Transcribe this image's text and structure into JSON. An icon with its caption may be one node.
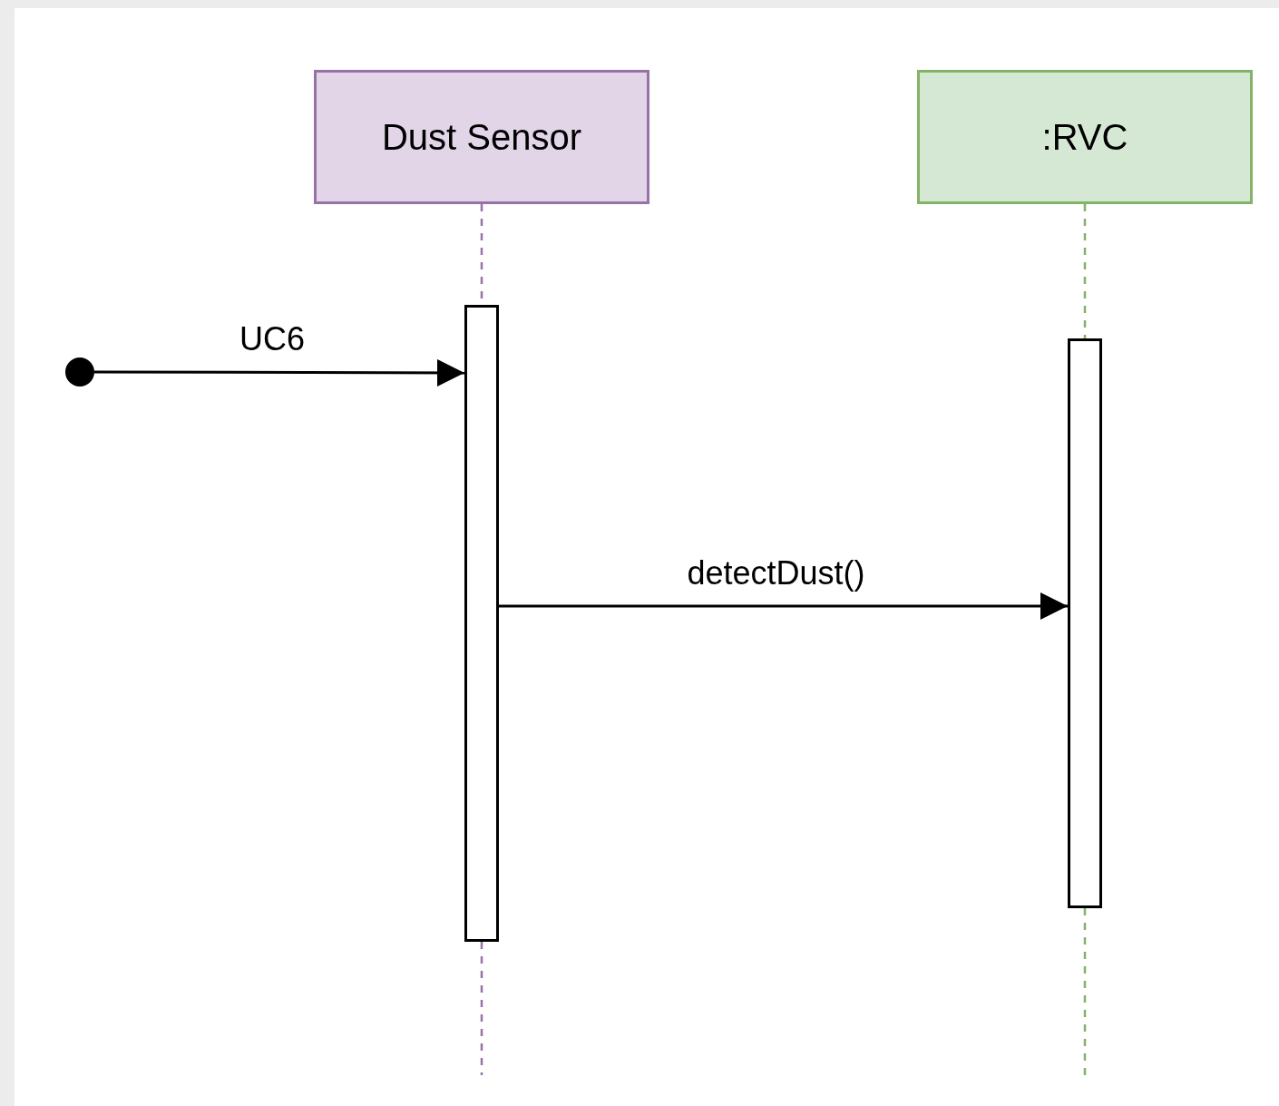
{
  "diagram": {
    "nodes": [
      {
        "text": [
          "Dust Sensor"
        ]
      },
      {
        "text": [
          ":RVC"
        ]
      },
      {
        "text": [],
        "shape": "bar"
      },
      {
        "text": [],
        "shape": "bar"
      },
      {
        "text": [],
        "shape": "circle"
      }
    ],
    "edges": [
      {
        "from": 0,
        "to": 2,
        "arrow": "none",
        "style": "dashed",
        "color": "#9673a6"
      },
      {
        "from": 2,
        "to": null,
        "arrow": "none",
        "style": "dashed",
        "color": "#9673a6"
      },
      {
        "from": 1,
        "to": 3,
        "arrow": "none",
        "style": "dashed",
        "color": "#82b366"
      },
      {
        "from": 3,
        "to": null,
        "arrow": "none",
        "style": "dashed",
        "color": "#82b366"
      },
      {
        "from": 4,
        "to": 2,
        "arrow": "to",
        "label": "UC6",
        "color": "#000000"
      },
      {
        "from": 2,
        "to": 3,
        "arrow": "to",
        "label": "detectDust()",
        "color": "#000000"
      }
    ]
  }
}
